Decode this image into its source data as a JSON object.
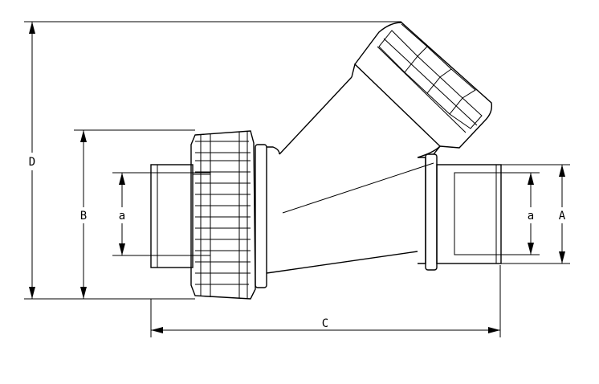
{
  "dimensions": {
    "overall_height": "D",
    "union_nut_height": "B",
    "socket_left": "a",
    "socket_right": "a",
    "pipe_diameter": "A",
    "overall_length": "C"
  }
}
